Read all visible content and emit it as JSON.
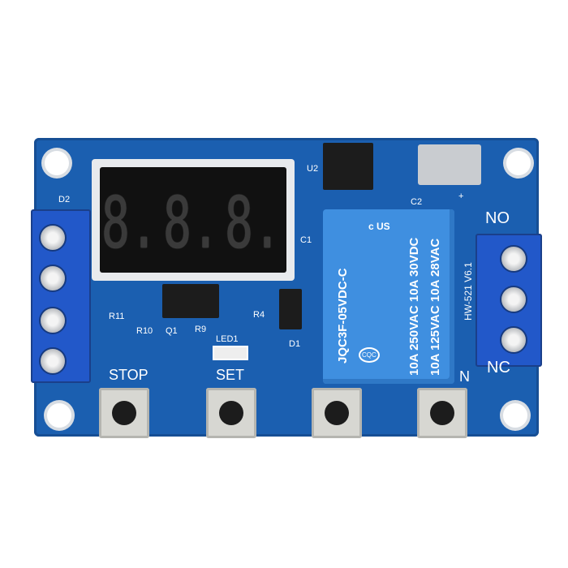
{
  "board": {
    "model": "HW-521 V6.1",
    "display_digits": [
      "8.",
      "8.",
      "8."
    ],
    "labels": {
      "d2": "D2",
      "u2": "U2",
      "c2": "C2",
      "plus": "+",
      "no": "NO",
      "nc": "NC",
      "c1": "C1",
      "r11": "R11",
      "r10": "R10",
      "q1": "Q1",
      "r9": "R9",
      "led1": "LED1",
      "r4": "R4",
      "d1": "D1",
      "n": "N"
    },
    "buttons": [
      {
        "label": "STOP"
      },
      {
        "label": "SET"
      },
      {
        "label": ""
      },
      {
        "label": ""
      }
    ],
    "relay": {
      "model": "JQC3F-05VDC-C",
      "rating1": "10A 250VAC 10A 30VDC",
      "rating2": "10A 125VAC 10A 28VAC",
      "cert": "c US",
      "cqc": "CQC"
    }
  },
  "colors": {
    "pcb": "#1b5fb0",
    "relay": "#3f8fe0",
    "terminal": "#2258c9"
  }
}
